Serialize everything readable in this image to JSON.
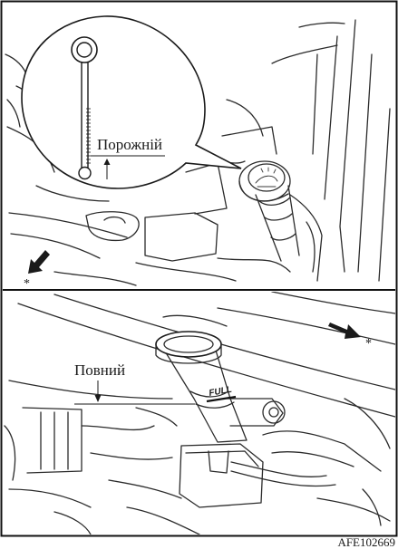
{
  "figure": {
    "top_panel": {
      "label_empty": "Порожній",
      "marker_bottom_left": "*"
    },
    "bottom_panel": {
      "label_full": "Повний",
      "filler_neck_mark": "FULL",
      "marker_top_right": "*"
    },
    "figure_code": "AFE102669"
  }
}
